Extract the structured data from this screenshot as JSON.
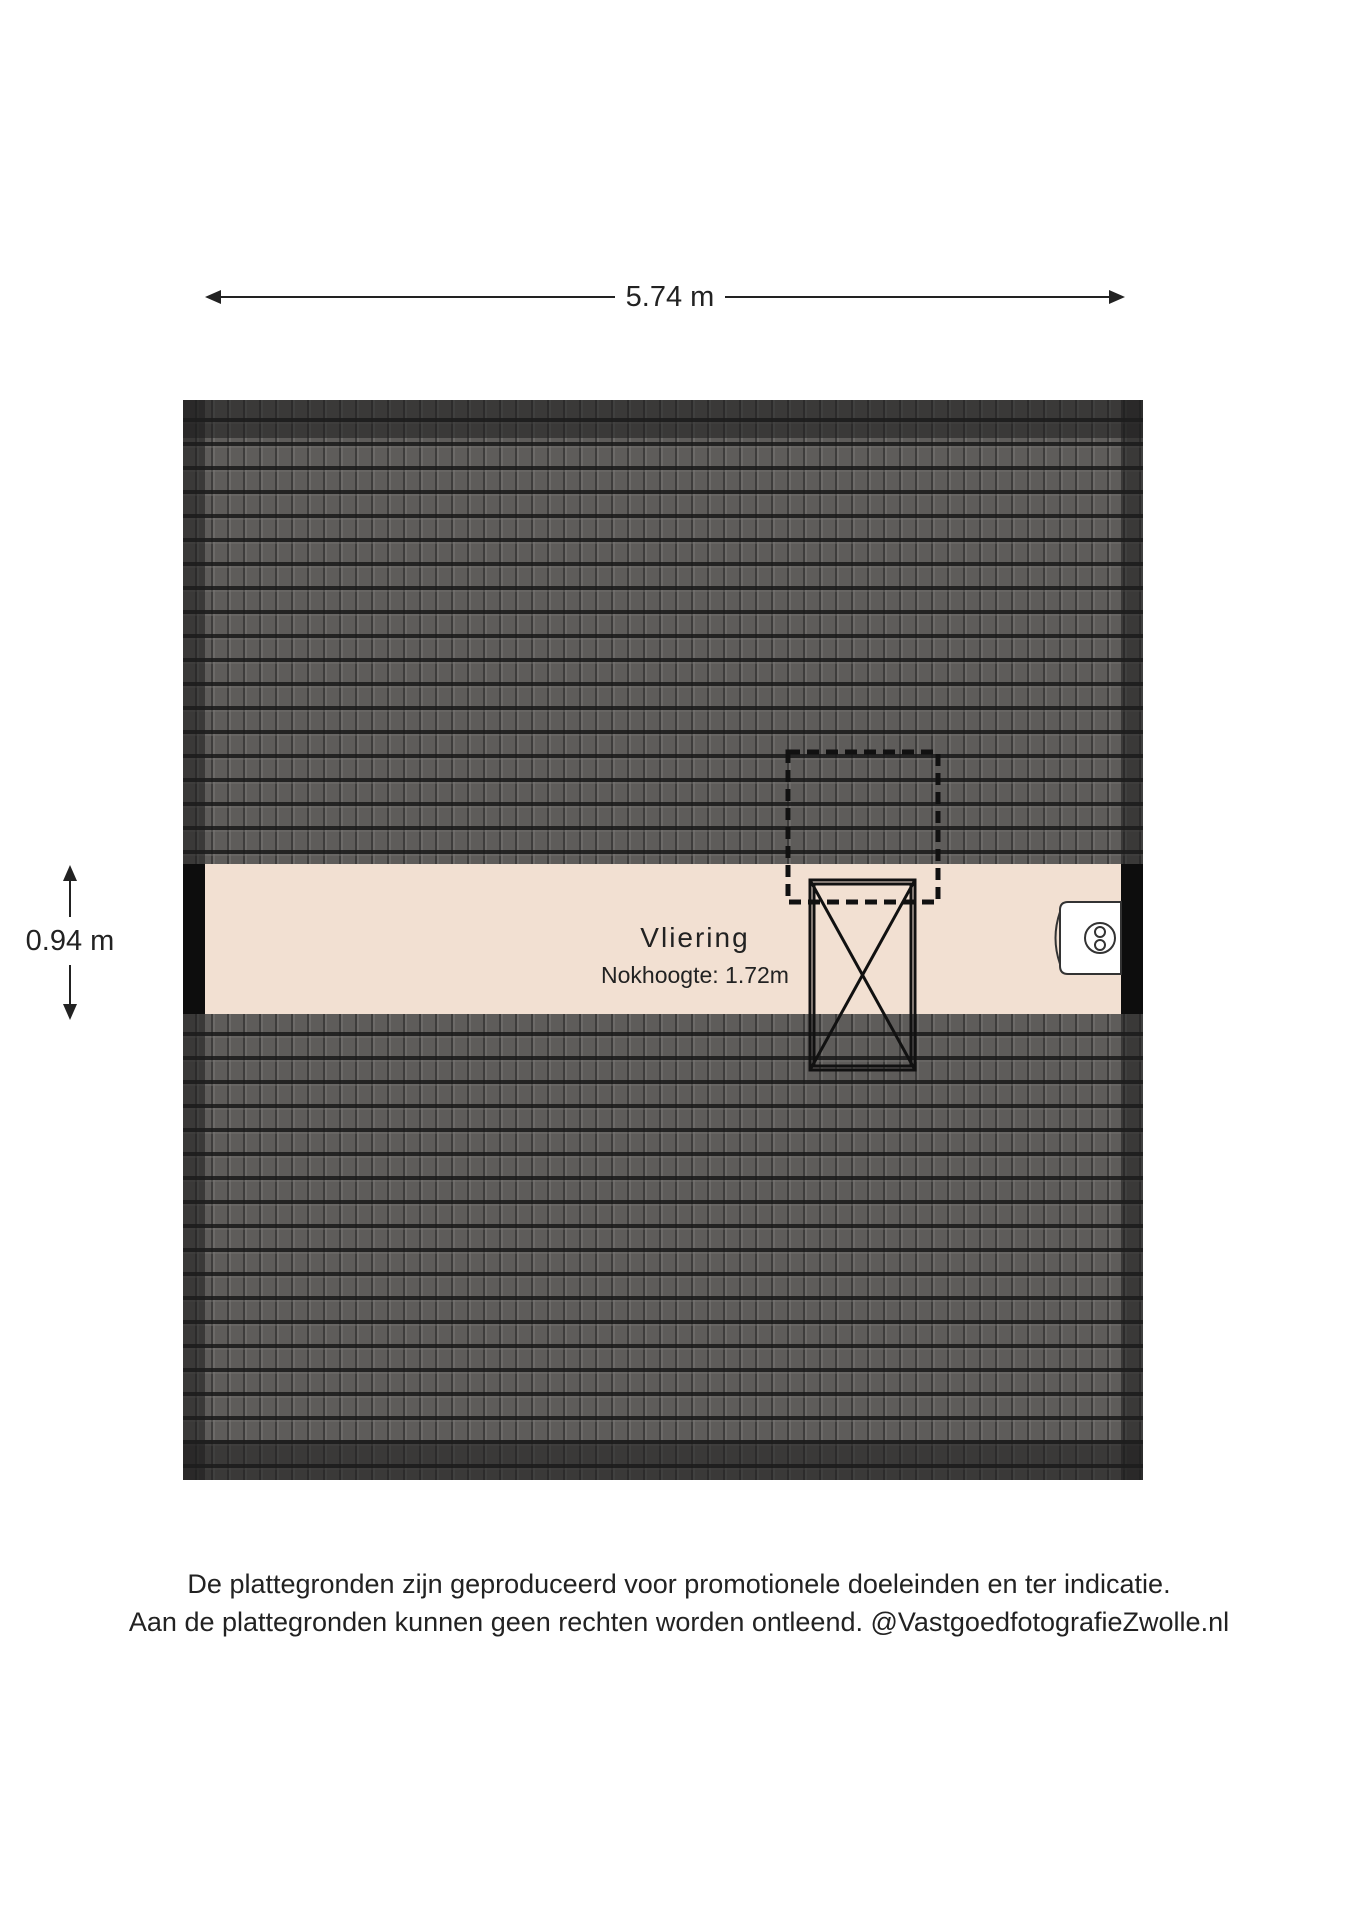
{
  "dimensions": {
    "width_label": "5.74 m",
    "depth_label": "0.94 m"
  },
  "room": {
    "name": "Vliering",
    "ridge_height": "Nokhoogte: 1.72m"
  },
  "icons": {
    "roof": "roof-tiles",
    "hatch": "attic-hatch-icon",
    "skylight": "skylight-outline",
    "boiler": "boiler-icon"
  },
  "colors": {
    "room_fill": "#f2e0d2",
    "roof_tiles": "#5e5c5a",
    "wall": "#0d0d0d"
  },
  "footer": {
    "line1": "De plattegronden zijn geproduceerd voor promotionele doeleinden en ter indicatie.",
    "line2": "Aan de plattegronden kunnen geen rechten worden ontleend. @VastgoedfotografieZwolle.nl"
  }
}
